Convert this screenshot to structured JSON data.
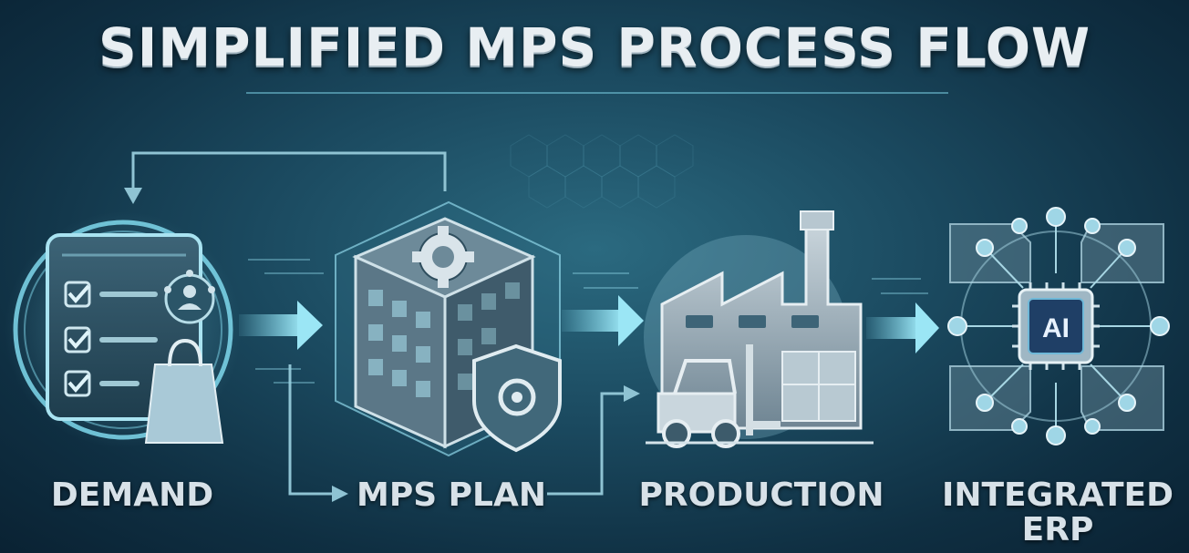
{
  "title": "SIMPLIFIED MPS PROCESS FLOW",
  "steps": [
    {
      "label": "DEMAND",
      "icon": "checklist-clipboard-icon"
    },
    {
      "label": "MPS PLAN",
      "icon": "building-gear-cube-icon"
    },
    {
      "label": "PRODUCTION",
      "icon": "factory-forklift-icon"
    },
    {
      "label": "INTEGRATED ERP",
      "icon": "ai-chip-network-icon"
    }
  ],
  "chip_text": "AI",
  "colors": {
    "accent": "#7fd8ec",
    "background": "#1b4a60",
    "text": "#e8eef2"
  }
}
